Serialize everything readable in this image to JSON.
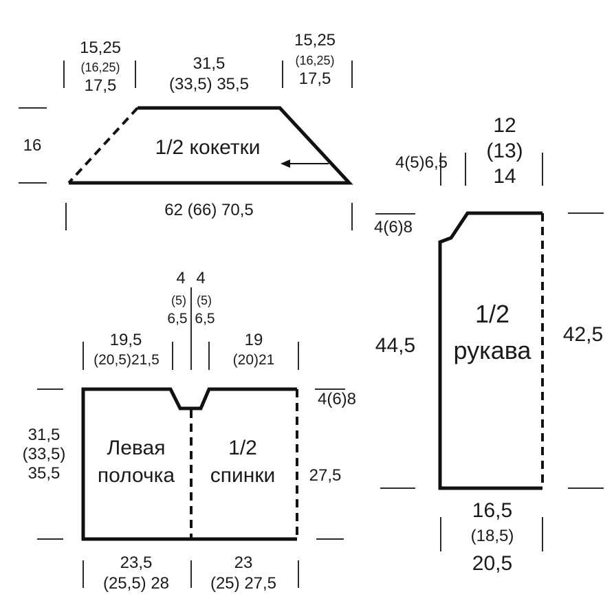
{
  "yoke": {
    "name": "1/2 кокетки",
    "top_left": [
      "15,25",
      "(16,25)",
      "17,5"
    ],
    "top_middle": [
      "31,5",
      "(33,5) 35,5"
    ],
    "top_right": [
      "15,25",
      "(16,25)",
      "17,5"
    ],
    "height": "16",
    "bottom": "62 (66) 70,5"
  },
  "sleeve": {
    "name": [
      "1/2",
      "рукава"
    ],
    "top_width": [
      "12",
      "(13)",
      "14"
    ],
    "top_offset": "4(5)6,5",
    "cap": "4(6)8",
    "left_height": "44,5",
    "right_height": "42,5",
    "bottom": [
      "16,5",
      "(18,5)",
      "20,5"
    ]
  },
  "body": {
    "front_name": [
      "Левая",
      "полочка"
    ],
    "back_name": [
      "1/2",
      "спинки"
    ],
    "neck_left": [
      "4",
      "(5)",
      "6,5"
    ],
    "neck_right": [
      "4",
      "(5)",
      "6,5"
    ],
    "top_left": [
      "19,5",
      "(20,5)21,5"
    ],
    "top_right": [
      "19",
      "(20)21"
    ],
    "neck_depth": "4(6)8",
    "height": [
      "31,5",
      "(33,5)",
      "35,5"
    ],
    "side_height": "27,5",
    "bottom_left": [
      "23,5",
      "(25,5) 28"
    ],
    "bottom_right": [
      "23",
      "(25) 27,5"
    ]
  }
}
